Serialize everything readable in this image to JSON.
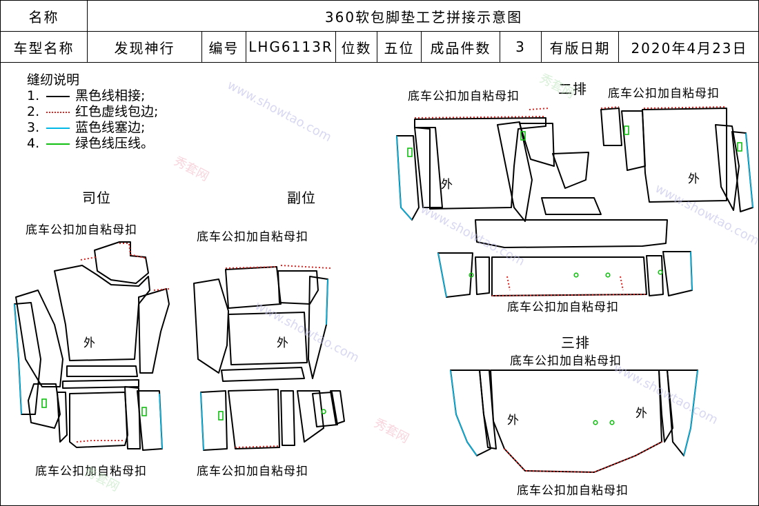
{
  "header": {
    "name_label": "名称",
    "title": "360软包脚垫工艺拼接示意图",
    "model_label": "车型名称",
    "model_value": "发现神行",
    "code_label": "编号",
    "code_value": "LHG6113R",
    "seats_label": "位数",
    "seats_value": "五位",
    "pieces_label": "成品件数",
    "pieces_value": "3",
    "date_label": "有版日期",
    "date_value": "2020年4月23日"
  },
  "legend": {
    "title": "缝纫说明",
    "items": [
      {
        "num": "1.",
        "text": "黑色线相接;",
        "color": "#000000",
        "style": "solid"
      },
      {
        "num": "2.",
        "text": "红色虚线包边;",
        "color": "#e0201c",
        "style": "dotted"
      },
      {
        "num": "3.",
        "text": "蓝色线塞边;",
        "color": "#00b8e8",
        "style": "solid"
      },
      {
        "num": "4.",
        "text": "绿色线压线。",
        "color": "#10c010",
        "style": "solid"
      }
    ]
  },
  "sections": {
    "driver": "司位",
    "passenger": "副位",
    "row2": "二排",
    "row3": "三排"
  },
  "annotations": {
    "buckle": "底车公扣加自粘母扣",
    "outside": "外"
  },
  "watermarks": [
    "www.showtao.com",
    "秀套网"
  ]
}
